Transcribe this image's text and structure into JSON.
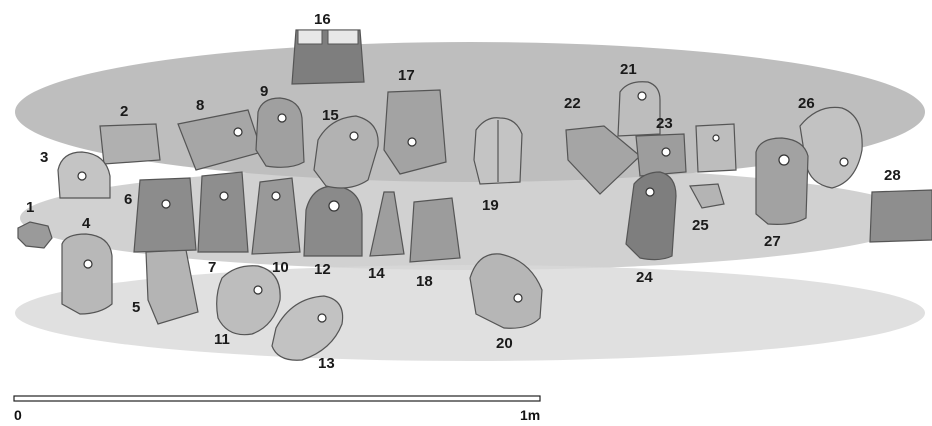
{
  "diagram": {
    "colors": {
      "band_upper": "#a8a8a8",
      "band_middle": "#bdbdbd",
      "band_lower": "#d8d8d8",
      "stone_dark": "#8a8a8a",
      "stone_mid": "#a9a9a9",
      "stone_light": "#c6c6c6"
    },
    "stones": [
      {
        "id": "1",
        "label": "1"
      },
      {
        "id": "2",
        "label": "2"
      },
      {
        "id": "3",
        "label": "3"
      },
      {
        "id": "4",
        "label": "4"
      },
      {
        "id": "5",
        "label": "5"
      },
      {
        "id": "6",
        "label": "6"
      },
      {
        "id": "7",
        "label": "7"
      },
      {
        "id": "8",
        "label": "8"
      },
      {
        "id": "9",
        "label": "9"
      },
      {
        "id": "10",
        "label": "10"
      },
      {
        "id": "11",
        "label": "11"
      },
      {
        "id": "12",
        "label": "12"
      },
      {
        "id": "13",
        "label": "13"
      },
      {
        "id": "14",
        "label": "14"
      },
      {
        "id": "15",
        "label": "15"
      },
      {
        "id": "16",
        "label": "16"
      },
      {
        "id": "17",
        "label": "17"
      },
      {
        "id": "18",
        "label": "18"
      },
      {
        "id": "19",
        "label": "19"
      },
      {
        "id": "20",
        "label": "20"
      },
      {
        "id": "21",
        "label": "21"
      },
      {
        "id": "22",
        "label": "22"
      },
      {
        "id": "23",
        "label": "23"
      },
      {
        "id": "24",
        "label": "24"
      },
      {
        "id": "25",
        "label": "25"
      },
      {
        "id": "26",
        "label": "26"
      },
      {
        "id": "27",
        "label": "27"
      },
      {
        "id": "28",
        "label": "28"
      }
    ],
    "scale_bar": {
      "start_label": "0",
      "end_label": "1m"
    }
  }
}
